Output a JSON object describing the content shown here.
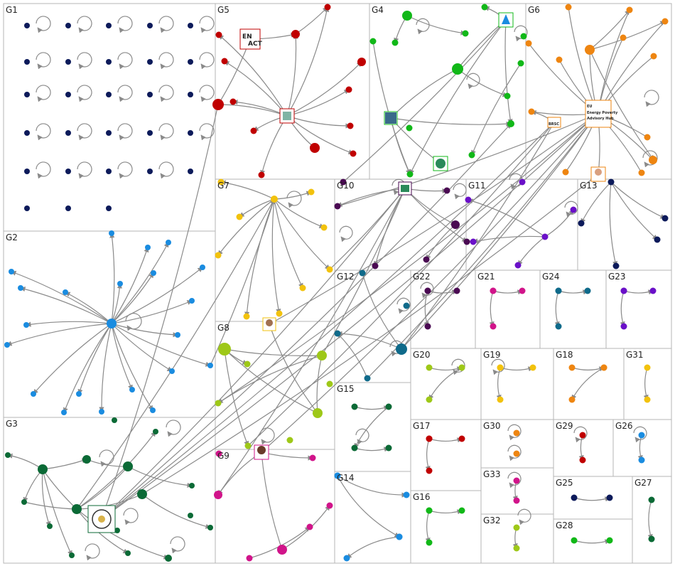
{
  "groups": [
    {
      "id": "G1",
      "label": "G1"
    },
    {
      "id": "G2",
      "label": "G2"
    },
    {
      "id": "G3",
      "label": "G3"
    },
    {
      "id": "G4",
      "label": "G4"
    },
    {
      "id": "G5",
      "label": "G5"
    },
    {
      "id": "G6",
      "label": "G6"
    },
    {
      "id": "G7",
      "label": "G7"
    },
    {
      "id": "G8",
      "label": "G8"
    },
    {
      "id": "G9",
      "label": "G9"
    },
    {
      "id": "G10",
      "label": "G10"
    },
    {
      "id": "G11",
      "label": "G11"
    },
    {
      "id": "G12",
      "label": "G12"
    },
    {
      "id": "G13",
      "label": "G13"
    },
    {
      "id": "G14",
      "label": "G14"
    },
    {
      "id": "G15",
      "label": "G15"
    },
    {
      "id": "G16",
      "label": "G16"
    },
    {
      "id": "G17",
      "label": "G17"
    },
    {
      "id": "G18",
      "label": "G18"
    },
    {
      "id": "G19",
      "label": "G19"
    },
    {
      "id": "G20",
      "label": "G20"
    },
    {
      "id": "G21",
      "label": "G21"
    },
    {
      "id": "G22",
      "label": "G22"
    },
    {
      "id": "G23",
      "label": "G23"
    },
    {
      "id": "G24",
      "label": "G24"
    },
    {
      "id": "G25",
      "label": "G25"
    },
    {
      "id": "G26",
      "label": "G26"
    },
    {
      "id": "G27",
      "label": "G27"
    },
    {
      "id": "G28",
      "label": "G28"
    },
    {
      "id": "G29",
      "label": "G29"
    },
    {
      "id": "G30",
      "label": "G30"
    },
    {
      "id": "G31",
      "label": "G31"
    },
    {
      "id": "G32",
      "label": "G32"
    },
    {
      "id": "G33",
      "label": "G33"
    }
  ],
  "colors": {
    "G1": "#0c1a5a",
    "G2": "#1a8ce0",
    "G3": "#0b6a36",
    "G4": "#11b818",
    "G5": "#c00000",
    "G6": "#ee8511",
    "G7": "#f2c20d",
    "G8": "#9ec818",
    "G9": "#d1148a",
    "G10": "#4a0a52",
    "G11": "#6a10c8",
    "G12": "#0f6a8a",
    "G13": "#0c1a5a",
    "G14": "#1a8ce0",
    "G15": "#0b6a36",
    "G16": "#11b818",
    "G17": "#c00000",
    "G18": "#ee8511",
    "G19": "#f2c20d",
    "G20": "#9ec818",
    "G21": "#d1148a",
    "G22": "#4a0a52",
    "G23": "#6a10c8",
    "G24": "#0f6a8a",
    "G25": "#0c1a5a",
    "G26": "#1a8ce0",
    "G27": "#0b6a36",
    "G28": "#11b818",
    "G29": "#c00000",
    "G30": "#ee8511",
    "G31": "#f2c20d",
    "G32": "#9ec818",
    "G33": "#d1148a"
  },
  "logos": {
    "enact": {
      "line1": "EN",
      "line2": "ACT"
    },
    "energy_poverty": {
      "line1": "EU",
      "line2": "Energy Poverty",
      "line3": "Advisory Hub"
    },
    "small_badge": {
      "text": "BRSC"
    }
  }
}
